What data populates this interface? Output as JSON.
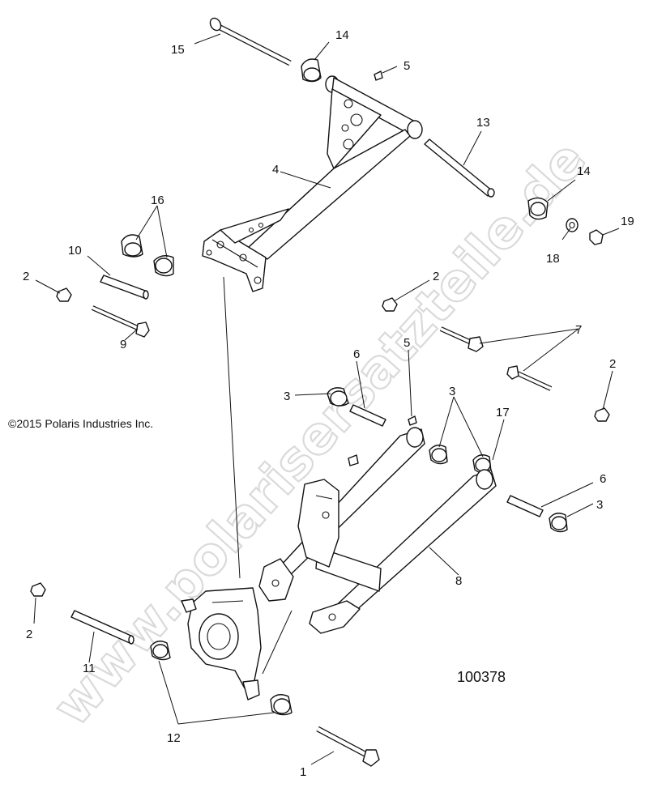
{
  "watermark": "www.polarisersatzteile.de",
  "copyright": "©2015 Polaris Industries Inc.",
  "diagram_number": "100378",
  "callouts": [
    "15",
    "14",
    "5",
    "13",
    "4",
    "14",
    "19",
    "16",
    "18",
    "10",
    "2",
    "2",
    "9",
    "7",
    "6",
    "5",
    "3",
    "2",
    "3",
    "17",
    "6",
    "3",
    "8",
    "2",
    "11",
    "12",
    "1"
  ]
}
